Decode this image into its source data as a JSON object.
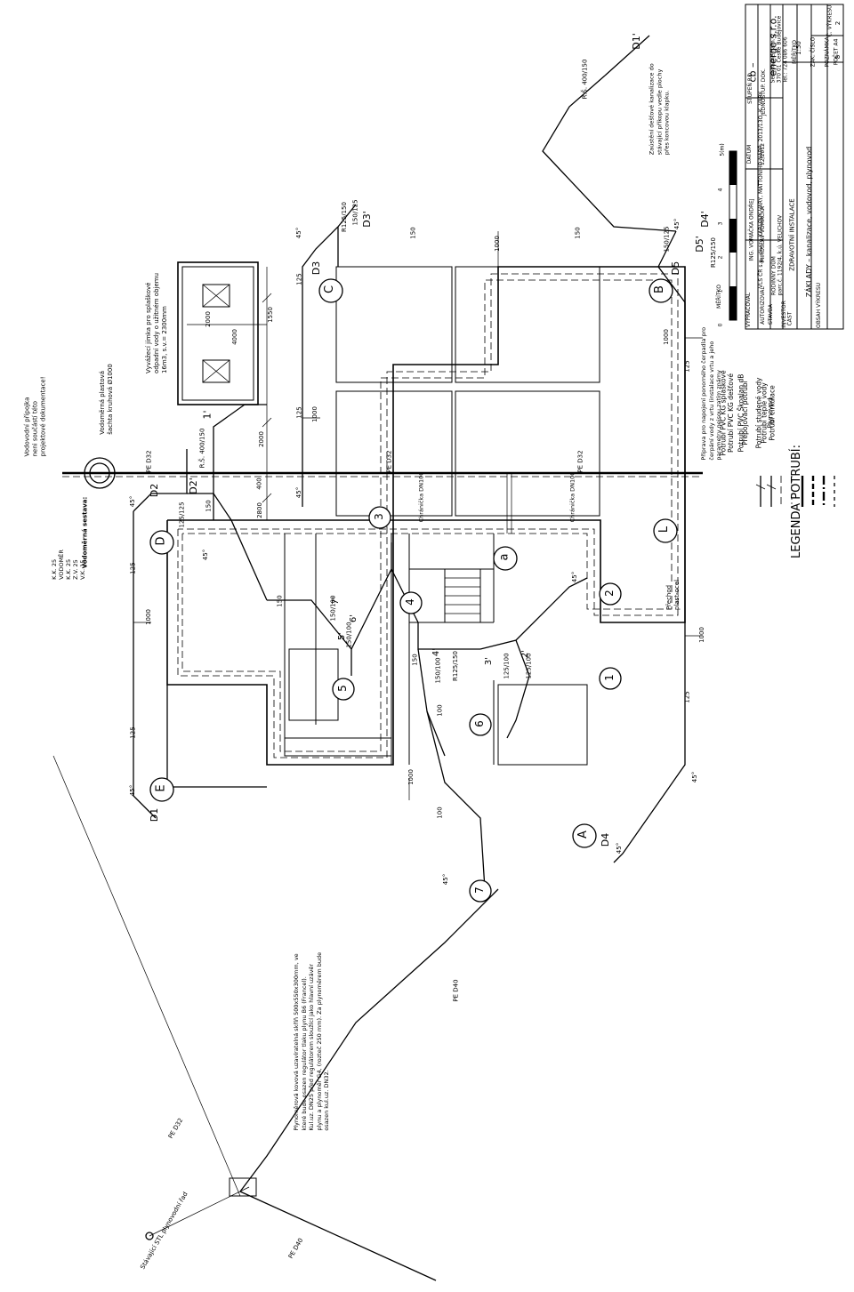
{
  "notes": {
    "vodovodni_pripojka": "Vodovodní přípojka\nneni součástí této\nprojektové dokumentace!",
    "vodomerna_sestava_title": "Vodoměrná sestava:",
    "vodomerna_sestava_items": [
      "K.K. 25",
      "VODOMĚR",
      "K.K. 25",
      "Z.V. 25",
      "V.K. 15"
    ],
    "vodomerna_sachta": "Vodoměrná plastová\nšachta kruhová Ø1000",
    "jimka": "Vyvážecí jímka pro splaškové\nodpadní vody o užitném objemu\n16m3, s.v.= 2300mm",
    "plynomer": "Plynoměrová kovová uzavíratelná skříň 500x550x300mm, ve\nkteré bude osazen regulátor tlaku plynu B6 (Francel).\nKul.uz. DN25 před regulátorem sloužící jako hlavní uzávěr\nplynu a plynoměr G4, (rozteč 250 mm). Za plynoměrem bude\nosazen kul.uz. DN32.",
    "stavajici_plynovod": "Stávající STL plynovodní řad",
    "prechod": "Přechod\nplast-ocel",
    "priprava_cerpadlo": "Příprava pro napojení ponorného čerpadla pro\nčerpání vody z vrtu (instalace vrtu a jeho\nparametry nejsou zatím známy",
    "zaustenі": "Zaústění dešťové kanalizace do\nstávající příkopu vedle plochy\npřes koncovou klapku."
  },
  "pipe_labels": {
    "pe32": "PE D32",
    "pe40": "PE D40",
    "chranicka": "Chránička DN100",
    "rs_400": "R.Š. 400/150",
    "d150": "150",
    "d125": "125",
    "d100": "100",
    "d125_125": "125/125",
    "d150_125": "150/125",
    "d125_150": "R125/150",
    "d150_100": "150/100",
    "d125_100": "125/100",
    "angle45": "45°",
    "dim1000": "1000",
    "dim2000": "2000",
    "dim4000": "4000",
    "dim1550": "1550",
    "dim400": "400",
    "dim2800": "2800"
  },
  "nodes": {
    "A": "A",
    "B": "B",
    "C": "C",
    "D": "D",
    "E": "E",
    "L": "L",
    "a": "a",
    "n1": "1",
    "n2": "2",
    "n3": "3",
    "n4": "4",
    "n5": "5",
    "n6": "6",
    "n7": "7",
    "D1": "D1",
    "D1p": "D1'",
    "D2": "D2",
    "D2p": "D2'",
    "D3": "D3",
    "D3p": "D3'",
    "D4": "D4",
    "D4p": "D4'",
    "D5": "D5",
    "D5p": "D5'",
    "r1": "1'",
    "r2": "2'",
    "r3": "3'",
    "r4": "4'",
    "r5": "5'",
    "r6": "6'",
    "r7": "7'"
  },
  "legend": {
    "title": "LEGENDA POTRUBÍ:",
    "items": [
      "Potrubí PVC KG splaškové",
      "Potrubí PVC KG dešťové",
      "Potrubí PVC Škoalan dB",
      "Přepojovací potrubí",
      "Potrubí studené vody",
      "Potrubí teplé vody",
      "Potrubí cirkulace",
      "Plynovod"
    ]
  },
  "scale_bar": {
    "label": "MĚŘÍTKO",
    "ticks": [
      "0",
      "1",
      "2",
      "3",
      "4",
      "5(m)"
    ]
  },
  "title_block": {
    "vypracoval_label": "VYPRACOVAL",
    "vypracoval": "ING. VOMÁČKA ONDŘEJ",
    "datum_label": "DATUM",
    "stupen_label": "STUPEŇ P.D.",
    "autorizoval_label": "AUTORIZOVAL",
    "autorizoval": "MIROSLAV VOMÁČKA",
    "datum": "12/2012",
    "stupen": "JEDNOSTUP. DOK.",
    "stavba_label": "STAVBA",
    "stavba": "RODINNÝ DŮM\nparc.č. 1192/4, k.ú. VELICHOV",
    "investor_label": "INVESTOR",
    "investor": "VLS ČR s.p., divize KARLOVY VARY, MATTONIHO NÁBŘ. 2013/13O, K. VARY",
    "cast_label": "ČÁST",
    "cast": "ZDRAVOTNÍ INSTALACE",
    "obsah_label": "OBSAH VÝKRESU",
    "obsah": "ZÁKLADY – kanalizace, vodovod, plynovod",
    "company_line1": "cb –",
    "company_line2": "energo s.r.o.",
    "company_addr": "Senovážné nám. 2\n370 01 České Budějovice\nTel.: 724 086 606",
    "meritko_label": "MĚŘÍTKO",
    "meritko": "1:50",
    "zak_cislo_label": "ZAK. ČÍSLO",
    "poznamka_label": "POZNÁMKA",
    "pocet_label": "POČET A4",
    "pocet": "8",
    "c_vykresu_label": "Č. VÝKRESU",
    "c_vykresu": "2"
  }
}
